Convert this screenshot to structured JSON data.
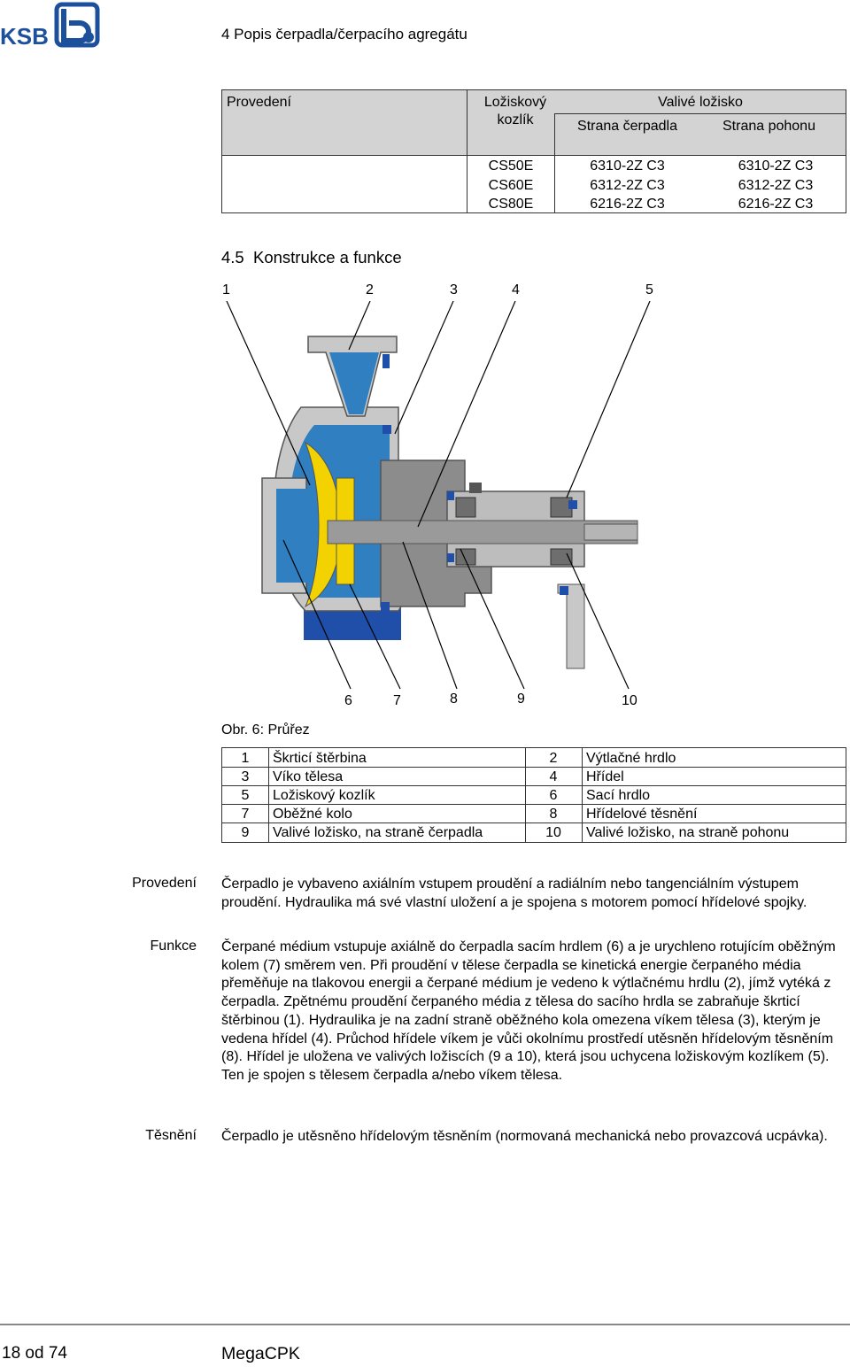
{
  "header": {
    "logo_text": "KSB",
    "title": "4 Popis čerpadla/čerpacího agregátu"
  },
  "bearing_table": {
    "col_design": "Provedení",
    "col_bracket": "Ložiskový kozlík",
    "col_bearing": "Valivé ložisko",
    "col_pump_side": "Strana čerpadla",
    "col_drive_side": "Strana pohonu",
    "rows": [
      {
        "bracket": "CS50E",
        "pump_side": "6310-2Z C3",
        "drive_side": "6310-2Z C3"
      },
      {
        "bracket": "CS60E",
        "pump_side": "6312-2Z C3",
        "drive_side": "6312-2Z C3"
      },
      {
        "bracket": "CS80E",
        "pump_side": "6216-2Z C3",
        "drive_side": "6216-2Z C3"
      }
    ]
  },
  "section": {
    "number": "4.5",
    "title": "Konstrukce a funkce"
  },
  "figure": {
    "top_callouts": [
      "1",
      "2",
      "3",
      "4",
      "5"
    ],
    "bottom_callouts": [
      "6",
      "7",
      "8",
      "9",
      "10"
    ],
    "caption_prefix": "Obr. 6:",
    "caption_text": "Průřez",
    "colors": {
      "casing": "#c8c8c8",
      "fluid": "#2f7fc1",
      "impeller": "#f2d200",
      "base": "#1f4fa8",
      "shaft": "#9a9a9a"
    }
  },
  "legend": [
    {
      "num": "1",
      "label": "Škrticí štěrbina",
      "num2": "2",
      "label2": "Výtlačné hrdlo"
    },
    {
      "num": "3",
      "label": "Víko tělesa",
      "num2": "4",
      "label2": "Hřídel"
    },
    {
      "num": "5",
      "label": "Ložiskový kozlík",
      "num2": "6",
      "label2": "Sací hrdlo"
    },
    {
      "num": "7",
      "label": "Oběžné kolo",
      "num2": "8",
      "label2": "Hřídelové těsnění"
    },
    {
      "num": "9",
      "label": "Valivé ložisko, na straně čerpadla",
      "num2": "10",
      "label2": "Valivé ložisko, na straně pohonu"
    }
  ],
  "body": {
    "design_label": "Provedení",
    "design_text": "Čerpadlo je vybaveno axiálním vstupem proudění a radiálním nebo tangenciálním výstupem proudění. Hydraulika má své vlastní uložení a je spojena s motorem pomocí hřídelové spojky.",
    "function_label": "Funkce",
    "function_text": "Čerpané médium vstupuje axiálně do čerpadla sacím hrdlem (6) a je urychleno rotujícím oběžným kolem (7) směrem ven. Při proudění v tělese čerpadla se kinetická energie čerpaného média přeměňuje na tlakovou energii a čerpané médium je vedeno k výtlačnému hrdlu (2), jímž vytéká z čerpadla. Zpětnému proudění čerpaného média z tělesa do sacího hrdla se zabraňuje škrticí štěrbinou (1). Hydraulika je na zadní straně oběžného kola omezena víkem tělesa (3), kterým je vedena hřídel (4). Průchod hřídele víkem je vůči okolnímu prostředí utěsněn hřídelovým těsněním (8). Hřídel je uložena ve valivých ložiscích (9 a 10), která jsou uchycena ložiskovým kozlíkem (5). Ten je spojen s tělesem čerpadla a/nebo víkem tělesa.",
    "sealing_label": "Těsnění",
    "sealing_text": "Čerpadlo je utěsněno hřídelovým těsněním (normovaná mechanická nebo provazcová ucpávka)."
  },
  "footer": {
    "page": "18 od 74",
    "product": "MegaCPK"
  }
}
